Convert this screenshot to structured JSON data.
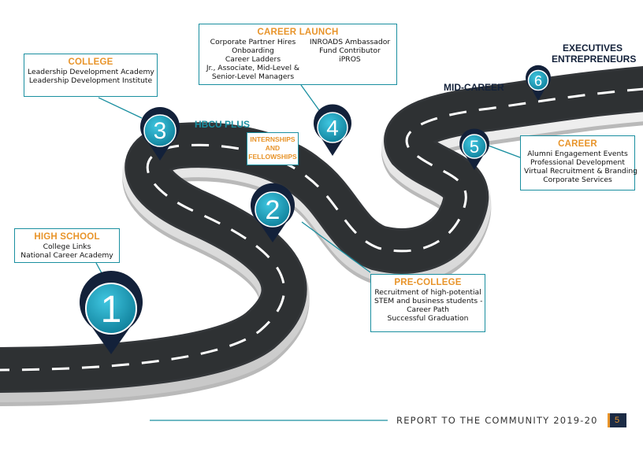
{
  "stages": {
    "high_school": {
      "title": "HIGH SCHOOL",
      "lines": [
        "College Links",
        "National Career Academy"
      ]
    },
    "pre_college": {
      "title": "PRE-COLLEGE",
      "lines": [
        "Recruitment of high-potential",
        "STEM and business students -",
        "Career Path",
        "Successful Graduation"
      ]
    },
    "college": {
      "title": "COLLEGE",
      "lines": [
        "Leadership Development Academy",
        "Leadership Development Institute"
      ]
    },
    "career_launch": {
      "title": "CAREER LAUNCH",
      "left_lines": [
        "Corporate Partner Hires",
        "Onboarding",
        "Career Ladders",
        "Jr., Associate, Mid-Level &",
        "Senior-Level Managers"
      ],
      "right_lines": [
        "INROADS Ambassador",
        "Fund Contributor",
        "iPROS"
      ]
    },
    "career": {
      "title": "CAREER",
      "lines": [
        "Alumni Engagement Events",
        "Professional Development",
        "Virtual Recruitment & Branding",
        "Corporate Services"
      ]
    }
  },
  "labels": {
    "hbcu_plus": "HBCU PLUS",
    "internships": [
      "INTERNSHIPS",
      "AND",
      "FELLOWSHIPS"
    ],
    "mid_career": "MID-CAREER",
    "executives": [
      "EXECUTIVES",
      "ENTREPRENEURS"
    ]
  },
  "pins": [
    "1",
    "2",
    "3",
    "4",
    "5",
    "6"
  ],
  "footer": {
    "text": "REPORT TO THE COMMUNITY 2019-20",
    "page": "5"
  },
  "colors": {
    "teal": "#1a8fa0",
    "orange": "#e8942a",
    "navy": "#13213a",
    "road": "#333639"
  }
}
